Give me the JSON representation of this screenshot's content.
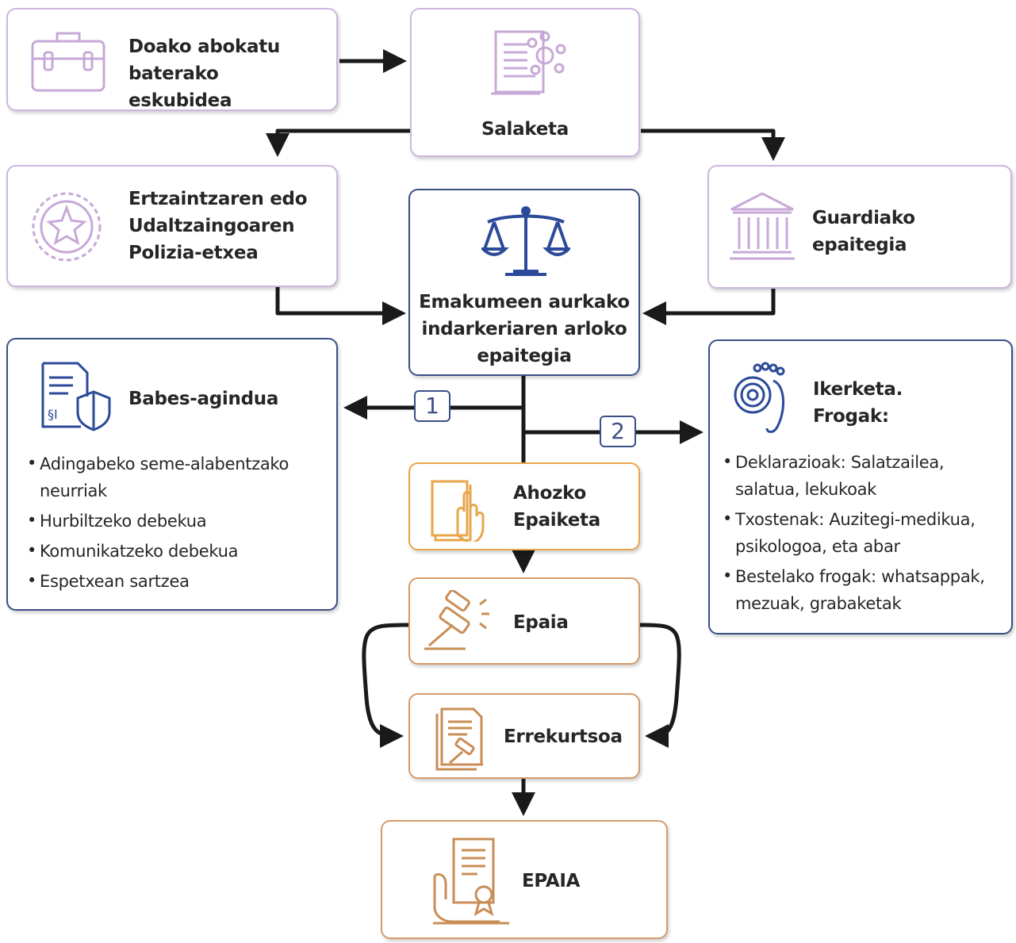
{
  "nodes": {
    "lawyer": {
      "label": "Doako abokatu baterako eskubidea",
      "icon": "briefcase-icon"
    },
    "complaint": {
      "label": "Salaketa",
      "icon": "document-icon"
    },
    "police": {
      "label": "Ertzaintzaren edo Udaltzaingoaren Polizia-etxea",
      "icon": "police-badge-icon"
    },
    "duty_court": {
      "label": "Guardiako epaitegia",
      "icon": "courthouse-icon"
    },
    "violence_court": {
      "label": "Emakumeen aurkako indarkeriaren arloko epaitegia",
      "icon": "scales-icon"
    },
    "protection": {
      "label": "Babes-agindua",
      "icon": "shield-document-icon",
      "items": [
        "Adingabeko seme-alabentzako neurriak",
        "Hurbiltzeko debekua",
        "Komunikatzeko debekua",
        "Espetxean sartzea"
      ]
    },
    "investigation": {
      "label": "Ikerketa. Frogak:",
      "icon": "fingerprint-footprint-icon",
      "items": [
        "Deklarazioak: Salatzailea, salatua, lekukoak",
        "Txostenak: Auzitegi-medikua, psikologoa, eta abar",
        "Bestelako frogak: whatsappak, mezuak, grabaketak"
      ]
    },
    "oral_trial": {
      "label": "Ahozko Epaiketa",
      "icon": "oath-hand-book-icon"
    },
    "judgment": {
      "label": "Epaia",
      "icon": "gavel-icon"
    },
    "appeal": {
      "label": "Errekurtsoa",
      "icon": "document-gavel-icon"
    },
    "final": {
      "label": "EPAIA",
      "icon": "certificate-hand-icon"
    }
  },
  "badges": [
    "1",
    "2"
  ],
  "colors": {
    "purple": "#cdb6dd",
    "navy": "#3b4f86",
    "orange": "#e8a64b",
    "ochre": "#d69b6a",
    "arrow": "#1a1a1a"
  }
}
